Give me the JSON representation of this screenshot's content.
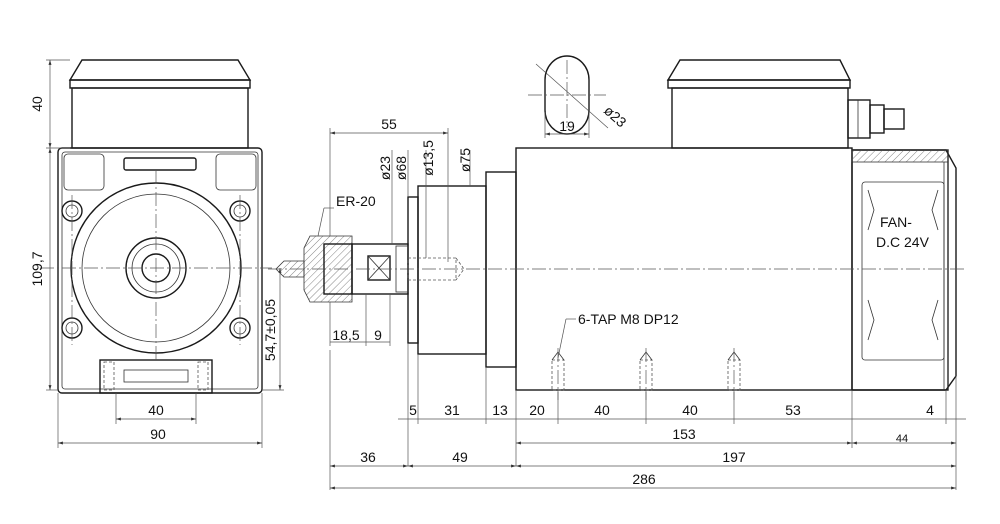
{
  "labels": {
    "collet": "ER-20",
    "fan_line1": "FAN-",
    "fan_line2": "D.C 24V",
    "tap": "6-TAP M8 DP12"
  },
  "dimensions": {
    "front_cap_height": "40",
    "front_height": "109,7",
    "front_shaft_height": "54,7±0,05",
    "front_hole_spacing": "40",
    "front_width": "90",
    "flat_width": "19",
    "flat_dia": "ø23",
    "nose_length": "55",
    "d23": "ø23",
    "d68": "ø68",
    "d13_5": "ø13,5",
    "d75": "ø75",
    "collet_len": "18,5",
    "collet_gap": "9",
    "dim_5": "5",
    "dim_31": "31",
    "dim_13": "13",
    "dim_20": "20",
    "dim_40a": "40",
    "dim_40b": "40",
    "dim_53": "53",
    "dim_4": "4",
    "dim_153": "153",
    "dim_44": "44",
    "dim_36": "36",
    "dim_49": "49",
    "dim_197": "197",
    "total": "286"
  }
}
